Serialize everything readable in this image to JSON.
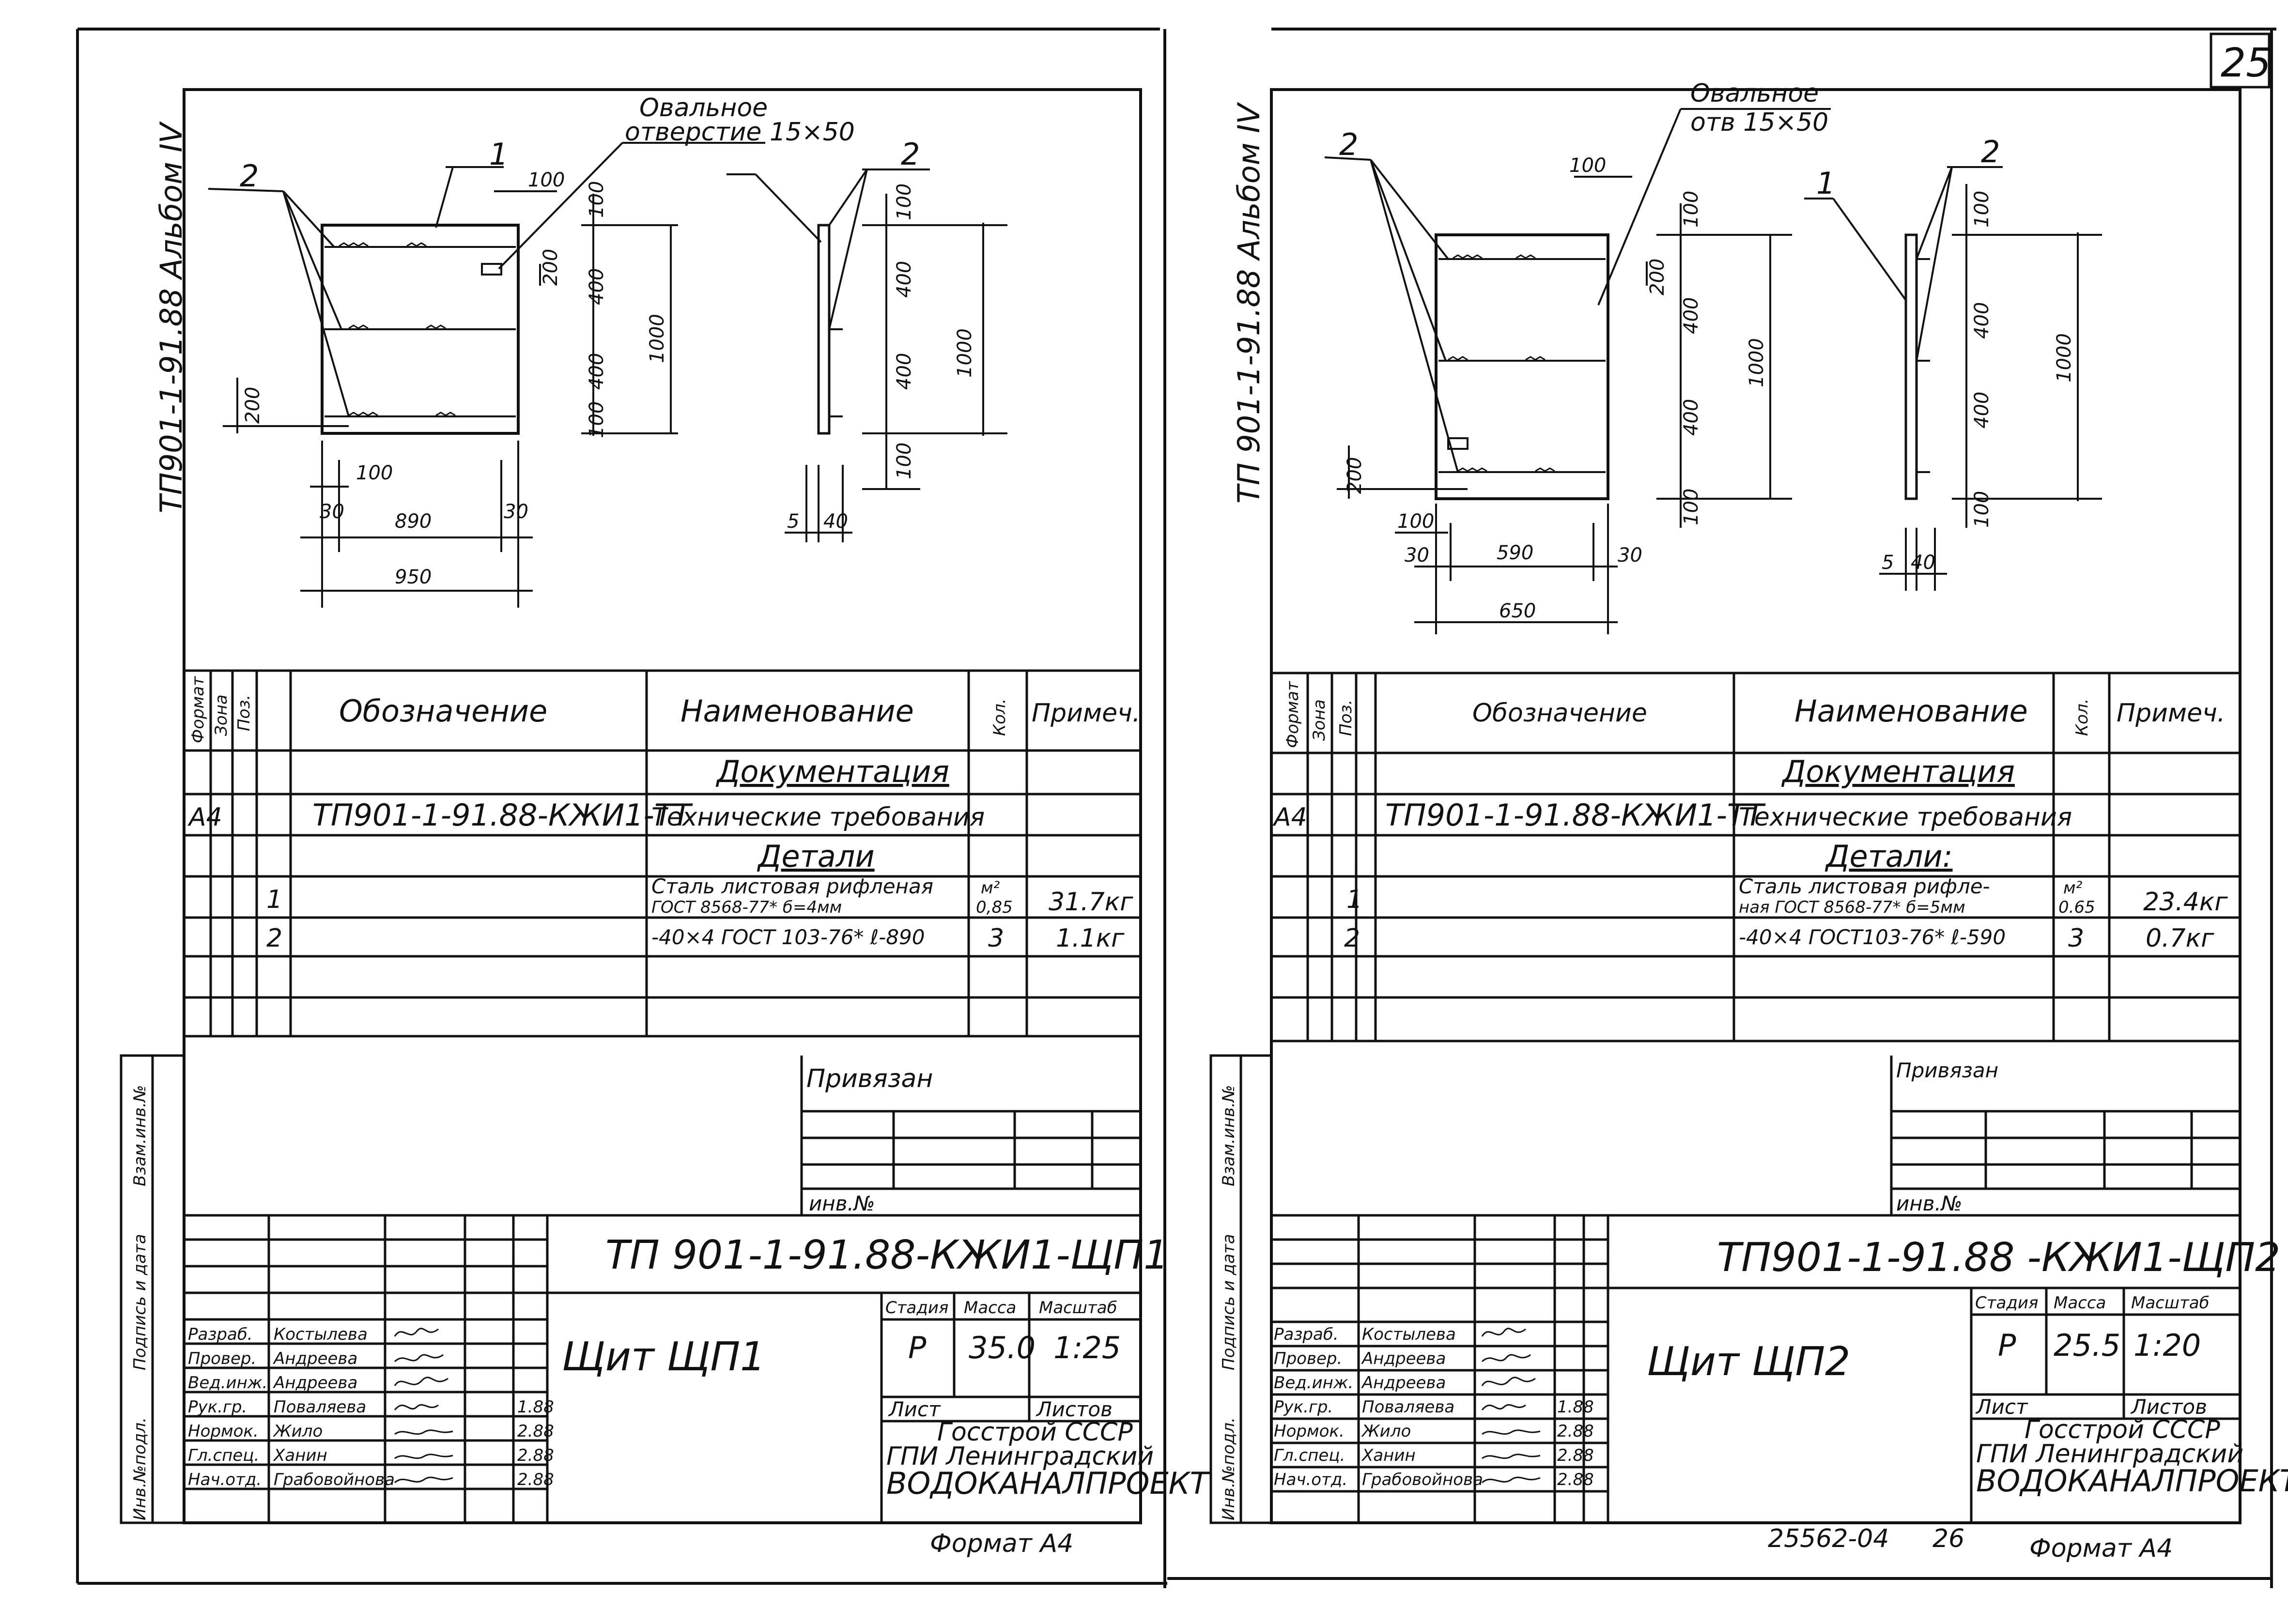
{
  "page_number": "25",
  "sheets": [
    {
      "album_label": "ТП901-1-91.88 Альбом IV",
      "drawing": {
        "hole_note_line1": "Овальное",
        "hole_note_line2": "отверстие 15×50",
        "callouts": [
          "1",
          "2",
          "2"
        ],
        "dims": {
          "d100_top": "100",
          "d200a": "200",
          "d100r": "100",
          "d400a": "400",
          "d400b": "400",
          "d100r2": "100",
          "d1000": "1000",
          "d200l": "200",
          "d100b": "100",
          "d30a": "30",
          "d890": "890",
          "d30b": "30",
          "d950": "950",
          "s100": "100",
          "s400a": "400",
          "s400b": "400",
          "s1000": "1000",
          "s100b": "100",
          "s5": "5",
          "s40": "40"
        }
      },
      "spec": {
        "headers": [
          "Формат",
          "Зона",
          "Поз.",
          "Обозначение",
          "Наименование",
          "Кол.",
          "Примеч."
        ],
        "section_docs": "Документация",
        "doc_row": {
          "format": "А4",
          "designation": "ТП901-1-91.88-КЖИ1-ТТ",
          "name": "Технические требования"
        },
        "section_parts": "Детали",
        "rows": [
          {
            "pos": "1",
            "name1": "Сталь листовая рифленая",
            "name2": "ГОСТ 8568-77*   б=4мм",
            "qty_unit": "м²",
            "qty": "0,85",
            "note": "31.7кг"
          },
          {
            "pos": "2",
            "name1": "-40×4 ГОСТ 103-76*   ℓ-890",
            "name2": "",
            "qty_unit": "",
            "qty": "3",
            "note": "1.1кг"
          }
        ]
      },
      "bound_label": "Привязан",
      "inv_label": "инв.№",
      "side_labels": [
        "Инв.№подл.",
        "Подпись и дата",
        "Взам.инв.№"
      ],
      "title": {
        "code": "ТП 901-1-91.88-КЖИ1-ЩП1",
        "name": "Щит ЩП1",
        "stage_label": "Стадия",
        "mass_label": "Масса",
        "scale_label": "Масштаб",
        "stage": "Р",
        "mass": "35.0",
        "scale": "1:25",
        "sheet_label": "Лист",
        "sheets_label": "Листов",
        "org1": "Госстрой СССР",
        "org2": "ГПИ Ленинградский",
        "org3": "ВОДОКАНАЛПРОЕКТ",
        "people": [
          {
            "role": "Разраб.",
            "name": "Костылева",
            "date": ""
          },
          {
            "role": "Провер.",
            "name": "Андреева",
            "date": ""
          },
          {
            "role": "Вед.инж.",
            "name": "Андреева",
            "date": ""
          },
          {
            "role": "Рук.гр.",
            "name": "Поваляева",
            "date": "1.88"
          },
          {
            "role": "Нормок.",
            "name": "Жило",
            "date": "2.88"
          },
          {
            "role": "Гл.спец.",
            "name": "Ханин",
            "date": "2.88"
          },
          {
            "role": "Нач.отд.",
            "name": "Грабовойнова",
            "date": "2.88"
          }
        ]
      },
      "format": "Формат А4"
    },
    {
      "album_label": "ТП 901-1-91.88 Альбом IV",
      "drawing": {
        "hole_note_line1": "Овальное",
        "hole_note_line2": "отв 15×50",
        "callouts": [
          "2",
          "1",
          "2"
        ],
        "dims": {
          "d100_top": "100",
          "d100r": "100",
          "d200a": "200",
          "d400a": "400",
          "d400b": "400",
          "d1000": "1000",
          "d100r2": "100",
          "d200l": "200",
          "d100b": "100",
          "d30a": "30",
          "d590": "590",
          "d30b": "30",
          "d650": "650",
          "s100": "100",
          "s400a": "400",
          "s400b": "400",
          "s1000": "1000",
          "s100b": "100",
          "s5": "5",
          "s40": "40"
        }
      },
      "spec": {
        "headers": [
          "Формат",
          "Зона",
          "Поз.",
          "Обозначение",
          "Наименование",
          "Кол.",
          "Примеч."
        ],
        "section_docs": "Документация",
        "doc_row": {
          "format": "А4",
          "designation": "ТП901-1-91.88-КЖИ1-ТТ",
          "name": "Технические требования"
        },
        "section_parts": "Детали:",
        "rows": [
          {
            "pos": "1",
            "name1": "Сталь листовая рифле-",
            "name2": "ная ГОСТ 8568-77*   б=5мм",
            "qty_unit": "м²",
            "qty": "0.65",
            "note": "23.4кг"
          },
          {
            "pos": "2",
            "name1": "-40×4 ГОСТ103-76*   ℓ-590",
            "name2": "",
            "qty_unit": "",
            "qty": "3",
            "note": "0.7кг"
          }
        ]
      },
      "bound_label": "Привязан",
      "inv_label": "инв.№",
      "side_labels": [
        "Инв.№подл.",
        "Подпись и дата",
        "Взам.инв.№"
      ],
      "title": {
        "code": "ТП901-1-91.88 -КЖИ1-ЩП2",
        "name": "Щит ЩП2",
        "stage_label": "Стадия",
        "mass_label": "Масса",
        "scale_label": "Масштаб",
        "stage": "Р",
        "mass": "25.5",
        "scale": "1:20",
        "sheet_label": "Лист",
        "sheets_label": "Листов",
        "org1": "Госстрой СССР",
        "org2": "ГПИ Ленинградский",
        "org3": "ВОДОКАНАЛПРОЕКТ",
        "people": [
          {
            "role": "Разраб.",
            "name": "Костылева",
            "date": ""
          },
          {
            "role": "Провер.",
            "name": "Андреева",
            "date": ""
          },
          {
            "role": "Вед.инж.",
            "name": "Андреева",
            "date": ""
          },
          {
            "role": "Рук.гр.",
            "name": "Поваляева",
            "date": "1.88"
          },
          {
            "role": "Нормок.",
            "name": "Жило",
            "date": "2.88"
          },
          {
            "role": "Гл.спец.",
            "name": "Ханин",
            "date": "2.88"
          },
          {
            "role": "Нач.отд.",
            "name": "Грабовойнова",
            "date": "2.88"
          }
        ]
      },
      "archive_no": "25562-04",
      "copy_no": "26",
      "format": "Формат А4"
    }
  ]
}
